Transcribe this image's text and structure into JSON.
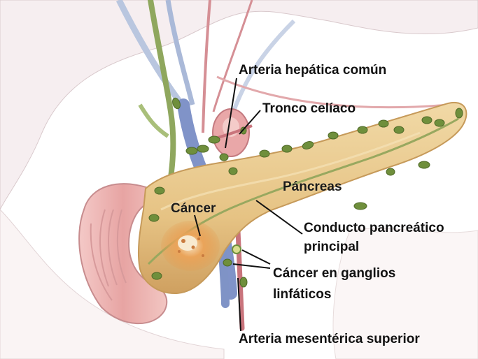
{
  "labels": {
    "arteria_hepatica": "Arteria hepática común",
    "tronco_celiaco": "Tronco celíaco",
    "pancreas": "Páncreas",
    "cancer": "Cáncer",
    "conducto_line1": "Conducto pancreático",
    "conducto_line2": "principal",
    "ganglios_line1": "Cáncer en ganglios",
    "ganglios_line2": "linfáticos",
    "arteria_mesenterica": "Arteria mesentérica superior"
  },
  "colors": {
    "pancreas": "#e9c98a",
    "pancreas_shadow": "#d4a763",
    "duodenum": "#e8a9a9",
    "duodenum_fold": "#c98585",
    "vein": "#7f93c6",
    "artery": "#d9848a",
    "bile_duct": "#8fa75e",
    "lymph_node": "#6e8f3d",
    "tumor": "#e39a4e",
    "label_line": "#111111"
  }
}
